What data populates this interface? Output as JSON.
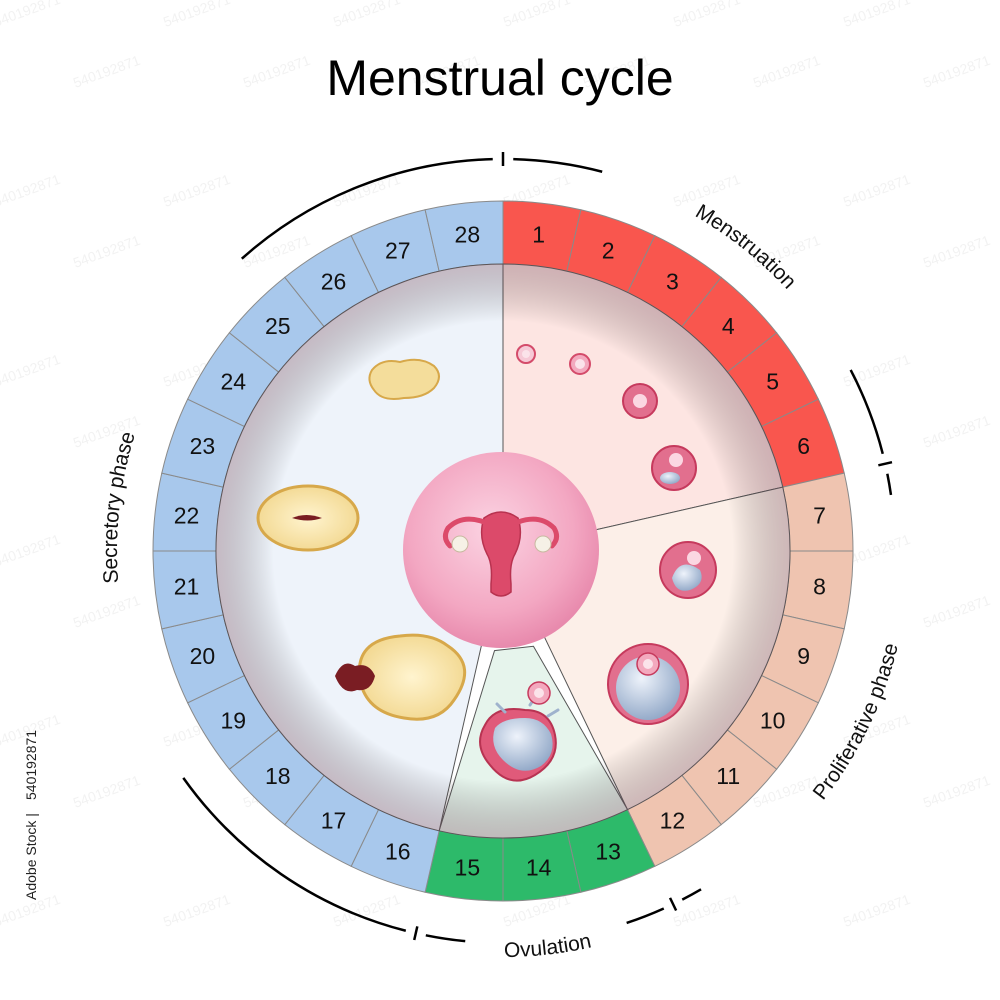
{
  "title": "Menstrual cycle",
  "stock_id": "540192871",
  "stock_brand": "Adobe Stock |",
  "colors": {
    "menstruation": "#f9564e",
    "proliferative": "#efc4b0",
    "ovulation": "#2dba6a",
    "secretory": "#a8c8ec",
    "menstruation_inner": "#fde5e2",
    "proliferative_inner": "#fcefe8",
    "ovulation_inner": "#e6f4ec",
    "secretory_inner": "#eef3fa",
    "uterus": "#de4d6d"
  },
  "days": [
    "1",
    "2",
    "3",
    "4",
    "5",
    "6",
    "7",
    "8",
    "9",
    "10",
    "11",
    "12",
    "13",
    "14",
    "15",
    "16",
    "17",
    "18",
    "19",
    "20",
    "21",
    "22",
    "23",
    "24",
    "25",
    "26",
    "27",
    "28"
  ],
  "phases": [
    {
      "key": "menstruation",
      "label": "Menstruation",
      "first_day": 1,
      "last_day": 6
    },
    {
      "key": "proliferative",
      "label": "Proliferative phase",
      "first_day": 7,
      "last_day": 12
    },
    {
      "key": "ovulation",
      "label": "Ovulation",
      "first_day": 13,
      "last_day": 15
    },
    {
      "key": "secretory",
      "label": "Secretory phase",
      "first_day": 16,
      "last_day": 28
    }
  ],
  "icons": {
    "center": "uterus-icon",
    "follicles": [
      "primordial-follicle-icon",
      "primary-follicle-icon",
      "secondary-follicle-icon",
      "early-antral-follicle-icon",
      "antral-follicle-icon",
      "graafian-follicle-icon",
      "ruptured-follicle-icon"
    ],
    "corpus": [
      "corpus-luteum-icon",
      "mature-corpus-luteum-icon",
      "corpus-albicans-icon"
    ]
  }
}
